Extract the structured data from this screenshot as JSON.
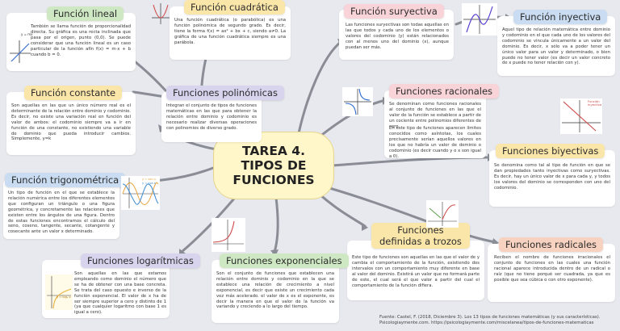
{
  "center": {
    "line1": "TAREA 4.",
    "line2": "TIPOS DE",
    "line3": "FUNCIONES"
  },
  "nodes": {
    "lineal": {
      "title": "Función lineal",
      "body": "También se llama función de proporcionalidad directa. Su gráfica es una recta inclinada que pasa por el origen, punto (0,0). Se puede considerar que una función lineal es un caso particular de la función afín f(x) = m·x + b cuando b = 0."
    },
    "cuadratica": {
      "title": "Función cuadrática",
      "body": "Una función cuadrática (o parabólica) es una función polinómica de segundo grado. Es decir, tiene la forma f(x) = ax² + bx + c, siendo a≠0. La gráfica de una función cuadrática siempre es una parábola."
    },
    "suryectiva": {
      "title": "Función suryectiva",
      "body": "Las funciones suryectivas son todas aquellas en las que todos y cada uno de los elementos o valores del codominio (y) están relacionados con al menos uno del dominio (x), aunque puedan ser más."
    },
    "inyectiva": {
      "title": "Función inyectiva",
      "body": "Aquel tipo de relación matemática entre dominio y codominio en el que cada uno de los valores del codominio se vincula únicamente a un valor del dominio. Es decir, x sólo va a poder tener un único valor para un valor y determinado, o bien puede no tener valor (es decir un valor concreto de x puede no tener relación con y)."
    },
    "constante": {
      "title": "Función constante",
      "body": "Son aquellas en las que un único número real es el determinante de la relación entre dominio y codominio. Es decir, no existe una variación real en función del valor de ambos: el codominio siempre va a ir en función de una constante, no existiendo una variable de dominio que pueda introducir cambios. Simplemente, y=k"
    },
    "polinomicas": {
      "title": "Funciones polinómicas",
      "body": "Integran el conjunto de tipos de funciones matemáticas en las que para obtener la relación entre dominio y codominio es necesario realizar diversas operaciones con polinomios de diverso grado."
    },
    "racionales": {
      "title": "Funciones racionales",
      "body1": "Se denominan como funciones racionales al conjunto de funciones en las que el valor de la función se establece a partir de un cociente entre polinomios diferentes de cero.",
      "body2": "En este tipo de funciones aparecen límites conocidos como asíntotas, los cuales precisamente serían aquellos valores en los que no habría un valor de dominio o codominio (es decir cuando y o x son igual a 0)."
    },
    "biyectivas": {
      "title": "Funciones biyectivas",
      "body": "Se denomina como tal al tipo de función en que se dan propiedades tanto inyectivas como suryectivas. Es decir, hay un único valor de x para cada y, y todos los valores del dominio se corresponden con uno del codominio."
    },
    "trigonometrica": {
      "title": "Función trigonométrica",
      "body": "Un tipo de función en el que se establece la relación numérica entre los diferentes elementos que configuran un triángulo o una figura geométrica, y concretamente las relaciones que existen entre los ángulos de una figura. Dentro de estas funciones encontramos el cálculo del seno, coseno, tangente, secante, cotangente y cosecante ante un valor x determinado."
    },
    "trozos": {
      "title1": "Funciones",
      "title2": "definidas a trozos",
      "body": "Este tipo de funciones son aquellas en las que el valor de y cambia el comportamiento de la función, existiendo dos intervalos con un comportamiento muy diferente en base al valor del dominio. Existirá un valor que no formará parte de este, el cual será el que valor a partir del cual el comportamiento de la función difiera."
    },
    "radicales": {
      "title": "Funciones radicales",
      "body": "Reciben el nombre de funciones irracionales el conjunto de funciones en las cuales una función racional aparece introducida dentro de un radical o raíz (que no tiene porqué ser cuadrada, ya que es posible que sea cúbica o con otro exponente)."
    },
    "logaritmicas": {
      "title": "Funciones logarítmicas",
      "body": "Son aquellas en las que estamos empleando como dominio el número que se ha de obtener con una base concreta. Se trata del caso opuesto e inverso de la función exponencial. El valor de x ha de ser siempre superior a cero y distinto de 1 (ya que cualquier logaritmo con base 1 es igual a cero)."
    },
    "exponenciales": {
      "title": "Funciones exponenciales",
      "body": "Son el conjunto de funciones que establecen una relación entre dominio y codominio en la que se establece una relación de crecimiento a nivel exponencial, es decir que existe un crecimiento cada vez más acelerado. el valor de x es el exponente, es decir la manera en que el valor de la función va variando y creciendo a lo largo del tiempo."
    }
  },
  "graph_labels": {
    "lineal_formula": "y = mx",
    "trig_legend1": "y = sen x",
    "trig_legend2": "y = cos x",
    "inj_label1": "Función",
    "inj_label2": "inyectiva",
    "log_label": "y = logₐ x"
  },
  "source": {
    "line1": "Fuente: Castel, F. (2018, Diciembre 3). Los 13 tipos de funciones matemáticas (y sus características).",
    "line2": "Psicologiaymente.com. https://psicologiaymente.com/miscelanea/tipos-de-funciones-matematicas"
  },
  "colors": {
    "background": "#e8e9ee",
    "connector": "#8a8d95",
    "green": "#cfe8c4",
    "pink": "#f8d3d8",
    "blue": "#c9dcf2",
    "yellow": "#fbe6a9",
    "peach": "#f7d2c0",
    "lavender": "#d8d4ee",
    "center": "#fff6c9"
  }
}
